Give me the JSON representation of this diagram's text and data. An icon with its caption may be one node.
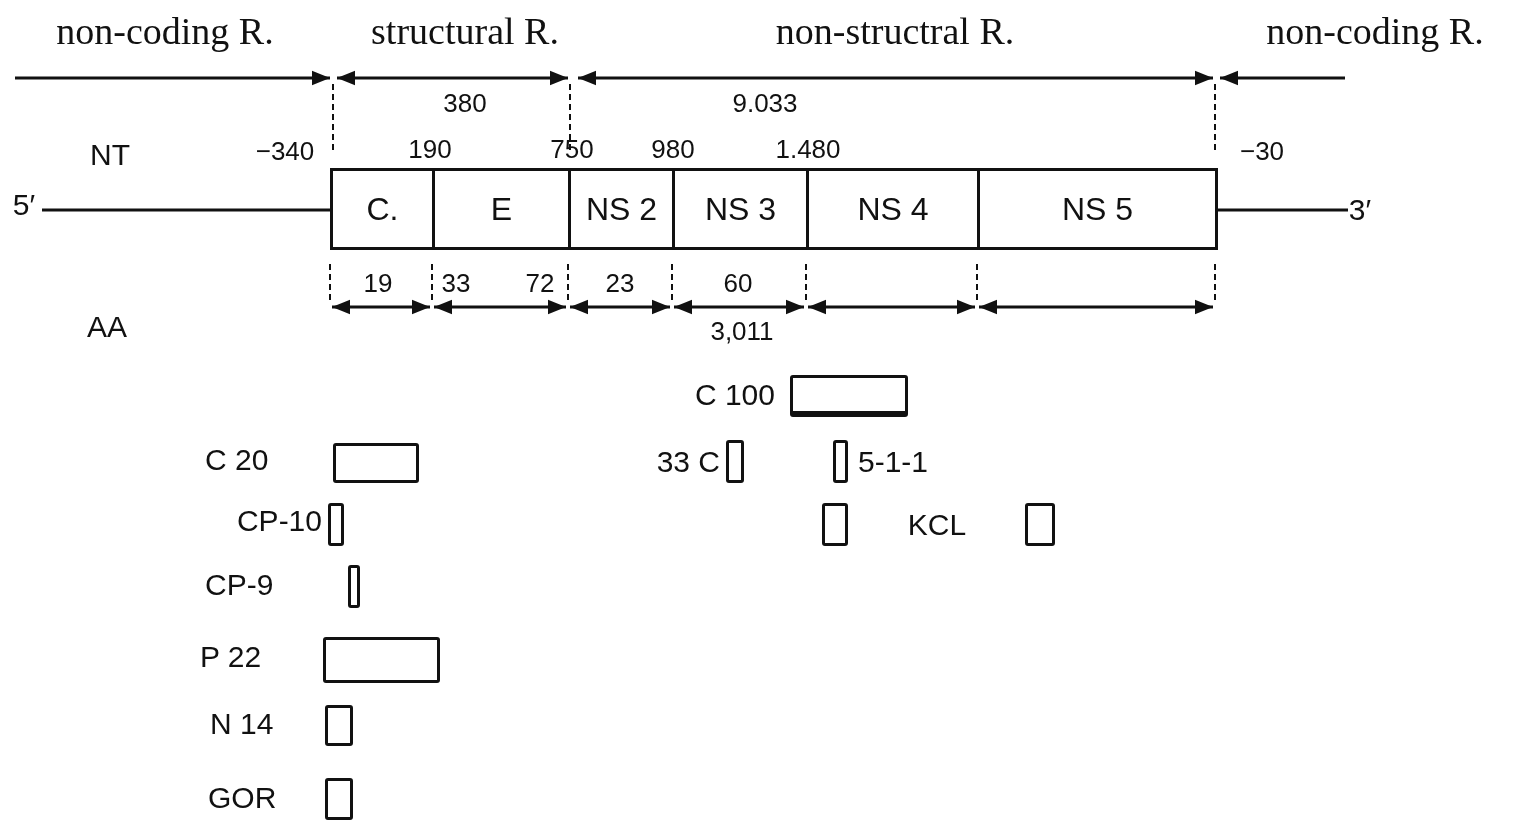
{
  "diagram": {
    "nodes": [
      {
        "text": [
          "C."
        ]
      },
      {
        "text": [
          "E"
        ]
      },
      {
        "text": [
          "NS 2"
        ]
      },
      {
        "text": [
          "NS 3"
        ]
      },
      {
        "text": [
          "NS 4"
        ]
      },
      {
        "text": [
          "NS 5"
        ]
      },
      {
        "text": [],
        "shape": "box",
        "beside": [
          "C 100"
        ]
      },
      {
        "text": [],
        "shape": "box",
        "beside": [
          "C 20"
        ]
      },
      {
        "text": [],
        "shape": "box",
        "beside": [
          "33 C"
        ]
      },
      {
        "text": [],
        "shape": "box",
        "beside": [
          "5-1-1"
        ]
      },
      {
        "text": [],
        "shape": "box",
        "beside": [
          "CP-10"
        ]
      },
      {
        "text": [],
        "shape": "box"
      },
      {
        "text": [],
        "shape": "box"
      },
      {
        "text": [],
        "shape": "box",
        "beside": [
          "CP-9"
        ]
      },
      {
        "text": [],
        "shape": "box",
        "beside": [
          "P 22"
        ]
      },
      {
        "text": [],
        "shape": "box",
        "beside": [
          "N 14"
        ]
      },
      {
        "text": [],
        "shape": "box",
        "beside": [
          "GOR"
        ]
      }
    ],
    "edges": [],
    "labels": [
      "non-coding R.",
      "structural R.",
      "non-structral R.",
      "non-coding R.",
      "380",
      "9.033",
      "NT",
      "−340",
      "190",
      "750",
      "980",
      "1.480",
      "−30",
      "5′",
      "3′",
      "19",
      "33",
      "72",
      "23",
      "60",
      "AA",
      "3,011",
      "KCL"
    ]
  }
}
